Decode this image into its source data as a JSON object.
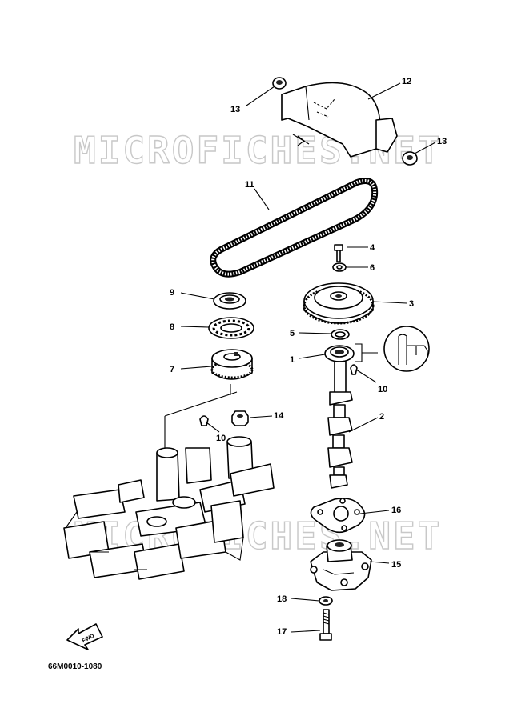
{
  "watermark": "MICROFICHES.NET",
  "diagram_code": "66M0010-1080",
  "fwd_label": "FWD",
  "callouts": {
    "c1": "1",
    "c2": "2",
    "c3": "3",
    "c4": "4",
    "c5": "5",
    "c6": "6",
    "c7": "7",
    "c8": "8",
    "c9": "9",
    "c10a": "10",
    "c10b": "10",
    "c11": "11",
    "c12": "12",
    "c13a": "13",
    "c13b": "13",
    "c14": "14",
    "c15": "15",
    "c16": "16",
    "c17": "17",
    "c18": "18"
  }
}
